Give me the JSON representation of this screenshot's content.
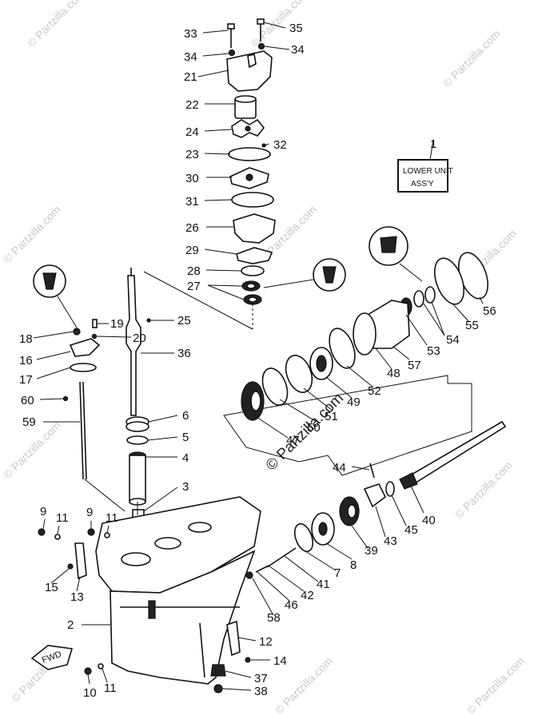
{
  "watermark": "© Partzilla.com",
  "box_label": {
    "line1": "LOWER UNIT",
    "line2": "ASS'Y"
  },
  "fwd_label": "FWD",
  "callouts": {
    "c1": "1",
    "c2": "2",
    "c3": "3",
    "c4": "4",
    "c5": "5",
    "c6": "6",
    "c7": "7",
    "c8": "8",
    "c9a": "9",
    "c9b": "9",
    "c10": "10",
    "c11a": "11",
    "c11b": "11",
    "c11c": "11",
    "c12": "12",
    "c13": "13",
    "c14": "14",
    "c15": "15",
    "c16": "16",
    "c17": "17",
    "c18": "18",
    "c19": "19",
    "c20": "20",
    "c21": "21",
    "c22": "22",
    "c23": "23",
    "c24": "24",
    "c25": "25",
    "c26": "26",
    "c27": "27",
    "c28": "28",
    "c29": "29",
    "c30": "30",
    "c31": "31",
    "c32": "32",
    "c33": "33",
    "c34a": "34",
    "c34b": "34",
    "c35": "35",
    "c36": "36",
    "c37": "37",
    "c38": "38",
    "c39": "39",
    "c40": "40",
    "c41": "41",
    "c42": "42",
    "c43": "43",
    "c44": "44",
    "c45": "45",
    "c46": "46",
    "c47": "47",
    "c48": "48",
    "c49": "49",
    "c50": "50",
    "c51": "51",
    "c52": "52",
    "c53": "53",
    "c54": "54",
    "c55": "55",
    "c56": "56",
    "c57": "57",
    "c58": "58",
    "c59": "59",
    "c60": "60"
  }
}
